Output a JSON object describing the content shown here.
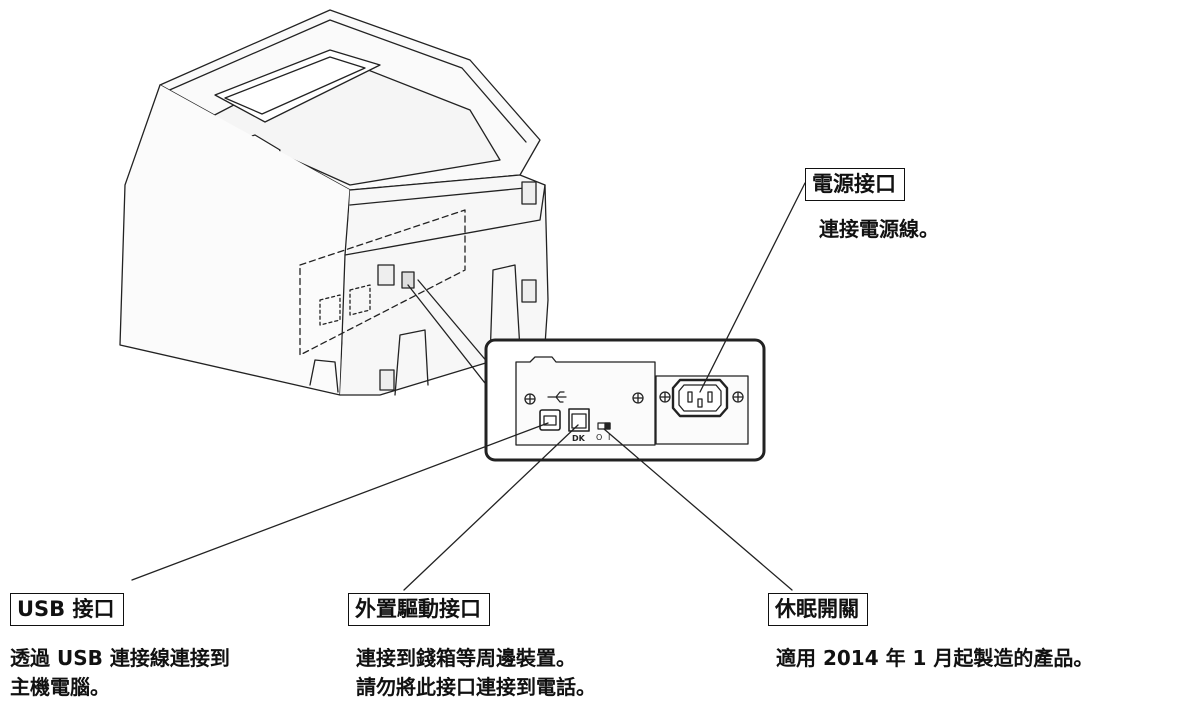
{
  "labels": {
    "power": {
      "title": "電源接口",
      "desc": "連接電源線。"
    },
    "usb": {
      "title": "USB 接口",
      "desc_line1": "透過 USB 連接線連接到",
      "desc_line2": "主機電腦。"
    },
    "drawer": {
      "title": "外置驅動接口",
      "desc_line1": "連接到錢箱等周邊裝置。",
      "desc_line2": "請勿將此接口連接到電話。"
    },
    "sleep": {
      "title": "休眠開關",
      "desc": "適用 2014 年 1 月起製造的產品。"
    }
  },
  "panel_marks": {
    "dk": "DK",
    "switch_off": "O",
    "switch_on": "I"
  }
}
